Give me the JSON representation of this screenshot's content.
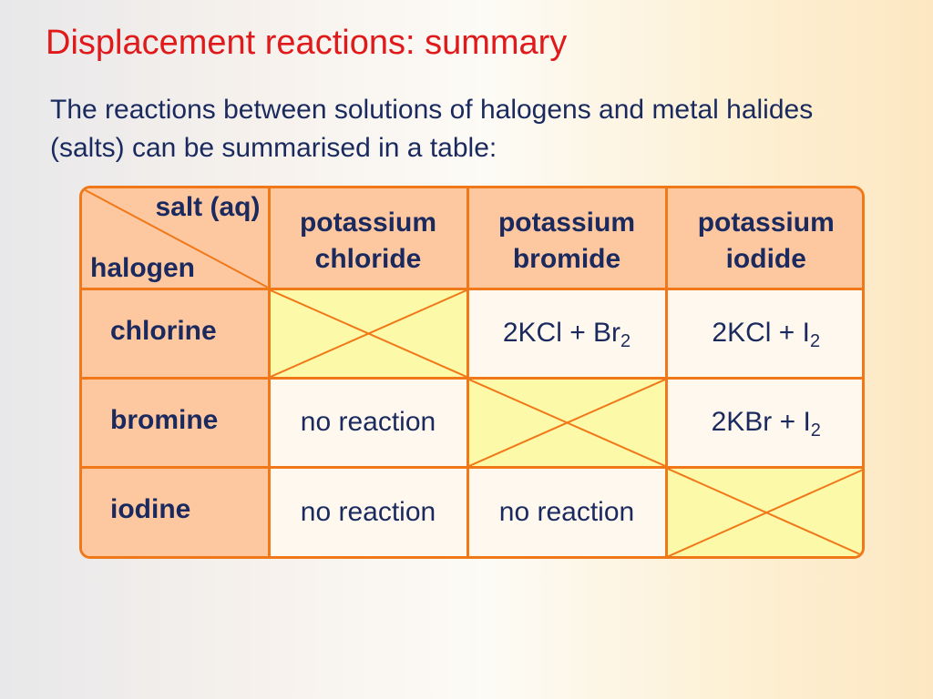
{
  "title": "Displacement reactions: summary",
  "intro": "The reactions between solutions of halogens and metal halides (salts) can be summarised in a table:",
  "table": {
    "corner_top": "salt (aq)",
    "corner_bottom": "halogen",
    "columns": [
      "potassium chloride",
      "potassium bromide",
      "potassium iodide"
    ],
    "rows": [
      {
        "halogen": "chlorine",
        "cells": [
          {
            "blank": true
          },
          {
            "main": "2KCl + Br",
            "sub": "2"
          },
          {
            "main": "2KCl + I",
            "sub": "2"
          }
        ]
      },
      {
        "halogen": "bromine",
        "cells": [
          {
            "main": "no reaction",
            "sub": ""
          },
          {
            "blank": true
          },
          {
            "main": "2KBr + I",
            "sub": "2"
          }
        ]
      },
      {
        "halogen": "iodine",
        "cells": [
          {
            "main": "no reaction",
            "sub": ""
          },
          {
            "main": "no reaction",
            "sub": ""
          },
          {
            "blank": true
          }
        ]
      }
    ]
  },
  "colors": {
    "title": "#e0191b",
    "text": "#1a2a5e",
    "border": "#f07818",
    "header_fill": "#fdc7a0",
    "blank_fill": "#fcfaa9",
    "cell_fill": "#fff8ee"
  }
}
